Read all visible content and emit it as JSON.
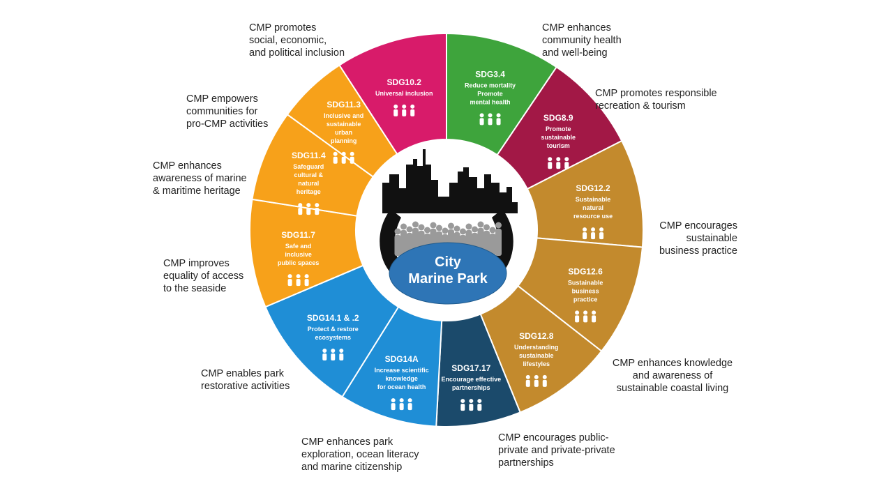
{
  "center": {
    "title_line1": "City",
    "title_line2": "Marine Park"
  },
  "segments": [
    {
      "id": "sdg10-2",
      "code": "SDG10.2",
      "lines": [
        "Universal inclusion"
      ],
      "color": "#D81B6A",
      "icon": "inclusion-icon"
    },
    {
      "id": "sdg3-4",
      "code": "SDG3.4",
      "lines": [
        "Reduce mortality",
        "Promote",
        "mental health"
      ],
      "color": "#3EA43C",
      "icon": "health-icon"
    },
    {
      "id": "sdg8-9",
      "code": "SDG8.9",
      "lines": [
        "Promote",
        "sustainable",
        "tourism"
      ],
      "color": "#A21846",
      "icon": "tourism-icon"
    },
    {
      "id": "sdg12-2",
      "code": "SDG12.2",
      "lines": [
        "Sustainable",
        "natural",
        "resource use"
      ],
      "color": "#C38A2D",
      "icon": "recycle-icon"
    },
    {
      "id": "sdg12-6",
      "code": "SDG12.6",
      "lines": [
        "Sustainable",
        "business",
        "practice"
      ],
      "color": "#C38A2D",
      "icon": "business-doc-icon"
    },
    {
      "id": "sdg12-8",
      "code": "SDG12.8",
      "lines": [
        "Understanding",
        "sustainable",
        "lifestyles"
      ],
      "color": "#C38A2D",
      "icon": "infinity-people-icon"
    },
    {
      "id": "sdg17-17",
      "code": "SDG17.17",
      "lines": [
        "Encourage effective",
        "partnerships"
      ],
      "color": "#1B4A6B",
      "icon": "handshake-icon"
    },
    {
      "id": "sdg14a",
      "code": "SDG14A",
      "lines": [
        "Increase scientific",
        "knowledge",
        "for ocean health"
      ],
      "color": "#1F8ED6",
      "icon": "flask-wave-icon"
    },
    {
      "id": "sdg14-1",
      "code": "SDG14.1 & .2",
      "lines": [
        "Protect & restore",
        "ecosystems"
      ],
      "color": "#1F8ED6",
      "icon": "fish-icon"
    },
    {
      "id": "sdg11-7",
      "code": "SDG11.7",
      "lines": [
        "Safe and",
        "inclusive",
        "public spaces"
      ],
      "color": "#F7A11A",
      "icon": "park-bench-icon"
    },
    {
      "id": "sdg11-4",
      "code": "SDG11.4",
      "lines": [
        "Safeguard",
        "cultural &",
        "natural",
        "heritage"
      ],
      "color": "#F7A11A",
      "icon": "heritage-icon"
    },
    {
      "id": "sdg11-3",
      "code": "SDG11.3",
      "lines": [
        "Inclusive and",
        "sustainable",
        "urban",
        "planning"
      ],
      "color": "#F7A11A",
      "icon": "city-icon"
    }
  ],
  "outer_labels": {
    "sdg10_2": "CMP promotes\nsocial, economic,\nand political inclusion",
    "sdg3_4": "CMP enhances\ncommunity health\nand well-being",
    "sdg8_9": "CMP promotes responsible\nrecreation & tourism",
    "sdg12_2": "CMP encourages\nsustainable\nbusiness practice",
    "sdg12_8": "CMP enhances knowledge\nand awareness of\nsustainable coastal living",
    "sdg17_17": "CMP encourages public-\nprivate and private-private\npartnerships",
    "sdg14a": "CMP enhances park\nexploration, ocean literacy\nand marine citizenship",
    "sdg14_1": "CMP enables park\nrestorative activities",
    "sdg11_7": "CMP improves\nequality of access\nto the seaside",
    "sdg11_4": "CMP enhances\nawareness of marine\n& maritime heritage",
    "sdg11_3": "CMP empowers\ncommunities for\npro-CMP activities"
  },
  "colors": {
    "ellipse": "#2E75B6",
    "silhouette": "#111111",
    "people": "#9A9A9A"
  }
}
